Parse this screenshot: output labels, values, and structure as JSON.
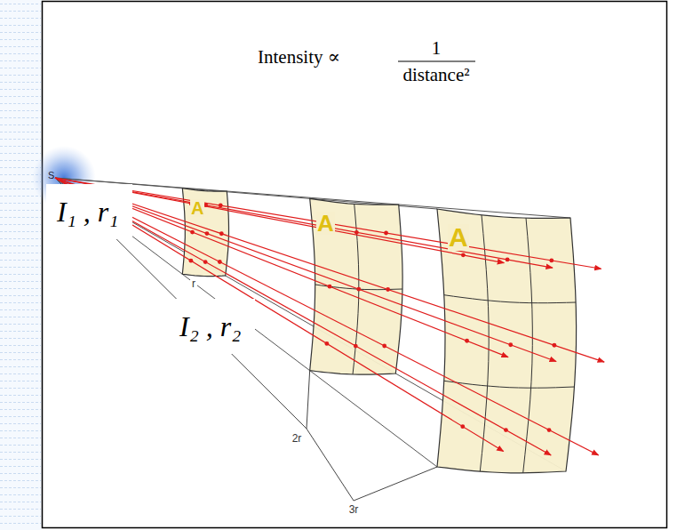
{
  "diagram": {
    "labels": [
      "Intensity ∝",
      "1",
      "distance²",
      "S",
      "A",
      "A",
      "A",
      "r",
      "2r",
      "3r",
      "I₁ , r₁",
      "I₂ , r₂"
    ]
  }
}
